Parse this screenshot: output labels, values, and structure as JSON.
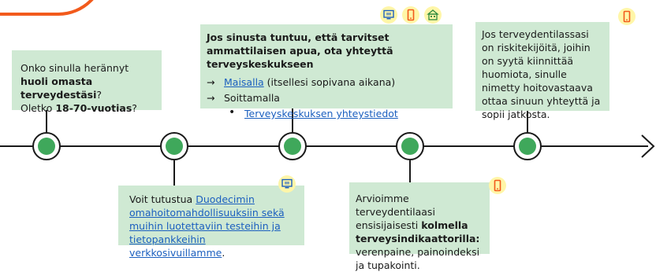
{
  "card1": {
    "line1": "Onko sinulla herännyt",
    "bold1": "huoli omasta terveydestäsi",
    "q1": "?",
    "line2": "Oletko ",
    "bold2": "18-70-vuotias",
    "q2": "?"
  },
  "card2": {
    "title": "Jos sinusta tuntuu, että tarvitset ammattilaisen apua, ota yhteyttä terveyskeskukseen",
    "arrow": "→",
    "item1_link": "Maisalla",
    "item1_rest": " (itsellesi sopivana aikana)",
    "item2": "Soittamalla",
    "bullet": "•",
    "sub_link": "Terveyskeskuksen yhteystiedot"
  },
  "card3": {
    "text": "Jos terveydentilassasi on riskitekijöitä, joihin on syytä kiinnittää huomiota, sinulle nimetty hoitovastaava ottaa sinuun yhteyttä ja sopii jatkosta."
  },
  "card4": {
    "pre": "Voit tutustua ",
    "link": "Duodecimin omahoitomahdollisuuksiin sekä muihin luotettaviin testeihin ja tietopankkeihin verkkosivuillamme",
    "post": "."
  },
  "card5": {
    "pre": "Arvioimme terveydentilaasi ensisijaisesti ",
    "bold": "kolmella terveysindikaattorilla:",
    "post": " verenpaine, painoindeksi ja tupakointi."
  },
  "icons": {
    "computer": "computer-icon",
    "phone": "phone-icon",
    "building": "building-icon"
  },
  "colors": {
    "card_bg": "#cfe9d3",
    "node_green": "#3fa85b",
    "badge_bg": "#fff6a8",
    "accent_orange": "#f25a1c",
    "link_blue": "#1b5fbf"
  }
}
